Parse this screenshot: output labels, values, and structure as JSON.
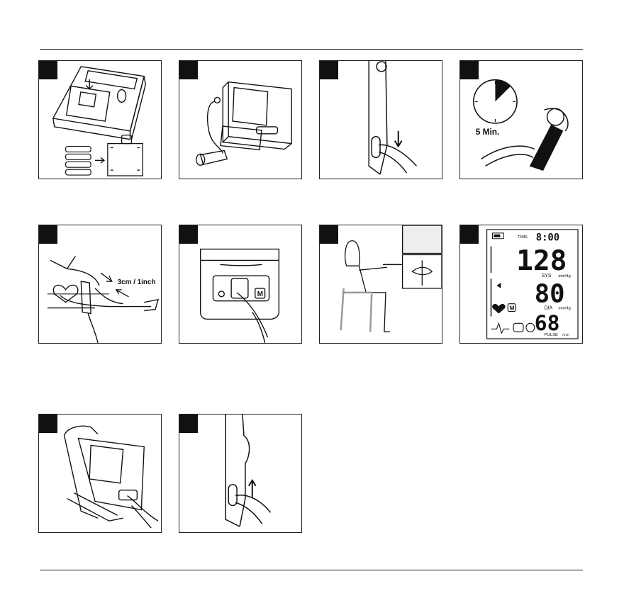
{
  "steps": [
    {
      "id": 1
    },
    {
      "id": 2
    },
    {
      "id": 3
    },
    {
      "id": 4,
      "caption": "5 Min."
    },
    {
      "id": 5,
      "caption": "3cm / 1inch"
    },
    {
      "id": 6,
      "memory_key": "M"
    },
    {
      "id": 7
    },
    {
      "id": 8,
      "display": {
        "time_label": "TIME",
        "time": "8:00",
        "sys_value": "128",
        "sys_label": "SYS",
        "sys_unit": "mmHg",
        "dia_value": "80",
        "dia_label": "DIA",
        "dia_unit": "mmHg",
        "pulse_value": "68",
        "pulse_label": "PULSE",
        "pulse_unit": "/min",
        "memory_key": "M"
      }
    },
    {
      "id": 9
    },
    {
      "id": 10
    }
  ]
}
